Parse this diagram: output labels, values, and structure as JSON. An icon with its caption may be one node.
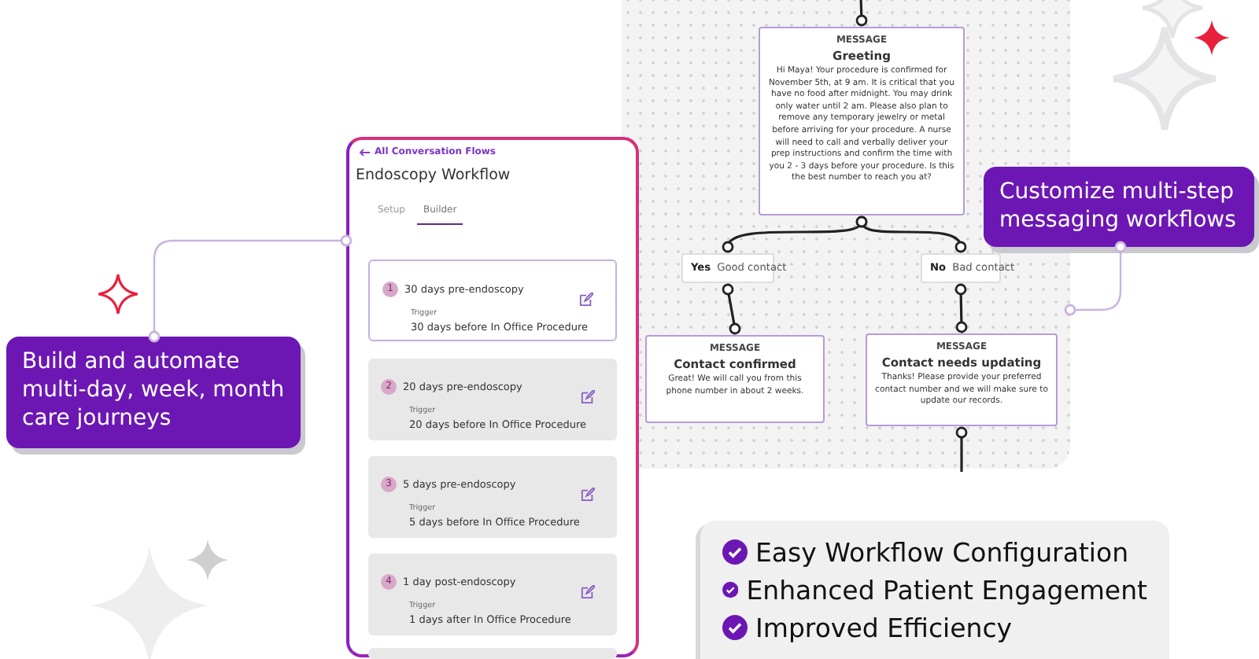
{
  "diagram": {
    "nodes": [
      {
        "text": [],
        "shape": "box"
      },
      {
        "text": [
          "MESSAGE",
          "Greeting",
          "Hi Maya! Your procedure is confirmed for November 5th, at 9 am. It is critical that you have no food after midnight. You may drink only water until 2 am. Please also plan to remove any temporary jewelry or metal before arriving for your procedure. A nurse will need to call and verbally deliver your prep instructions and confirm the time with you 2 - 3 days before your procedure. Is this the best number to reach you at?"
        ],
        "in": 0
      },
      {
        "text": [
          "Yes",
          "Good contact"
        ],
        "in": 0
      },
      {
        "text": [
          "No",
          "Bad contact"
        ],
        "in": 0
      },
      {
        "text": [
          "MESSAGE",
          "Contact confirmed",
          "Great! We will call you from this phone number in about 2 weeks."
        ],
        "in": 0
      },
      {
        "text": [
          "MESSAGE",
          "Contact needs updating",
          "Thanks! Please provide your preferred contact number and we will make sure to update our records."
        ],
        "in": 0
      },
      {
        "text": [
          "All Conversation Flows",
          "Endoscopy Workflow",
          "Setup",
          "Builder"
        ]
      },
      {
        "text": [
          "1",
          "30 days pre-endoscopy",
          "Trigger",
          "30 days before In Office Procedure"
        ],
        "in": 6
      },
      {
        "text": [
          "2",
          "20 days pre-endoscopy",
          "Trigger",
          "20 days before In Office Procedure"
        ],
        "in": 6
      },
      {
        "text": [
          "3",
          "5 days pre-endoscopy",
          "Trigger",
          "5 days before In Office Procedure"
        ],
        "in": 6
      },
      {
        "text": [
          "4",
          "1 day post-endoscopy",
          "Trigger",
          "1 days after In Office Procedure"
        ],
        "in": 6
      },
      {
        "text": [],
        "shape": "box",
        "in": 6
      },
      {
        "text": [
          "Build and automate multi-day, week, month care journeys"
        ]
      },
      {
        "text": [
          "Customize multi-step messaging workflows"
        ]
      },
      {
        "text": [
          "Easy Workflow Configuration",
          "Enhanced Patient Engagement",
          "Improved Efficiency"
        ]
      }
    ],
    "edges": [
      {
        "from": null,
        "to": 1,
        "arrow": "other"
      },
      {
        "from": 1,
        "to": 2,
        "arrow": "other"
      },
      {
        "from": 1,
        "to": 3,
        "arrow": "other"
      },
      {
        "from": 2,
        "to": 4,
        "arrow": "other"
      },
      {
        "from": 3,
        "to": 5,
        "arrow": "other"
      },
      {
        "from": 5,
        "to": null,
        "arrow": "other"
      },
      {
        "from": 12,
        "to": 6,
        "arrow": "other",
        "color": "#c9b3e0"
      },
      {
        "from": 13,
        "to": 0,
        "arrow": "other",
        "color": "#c9b3e0"
      }
    ]
  }
}
